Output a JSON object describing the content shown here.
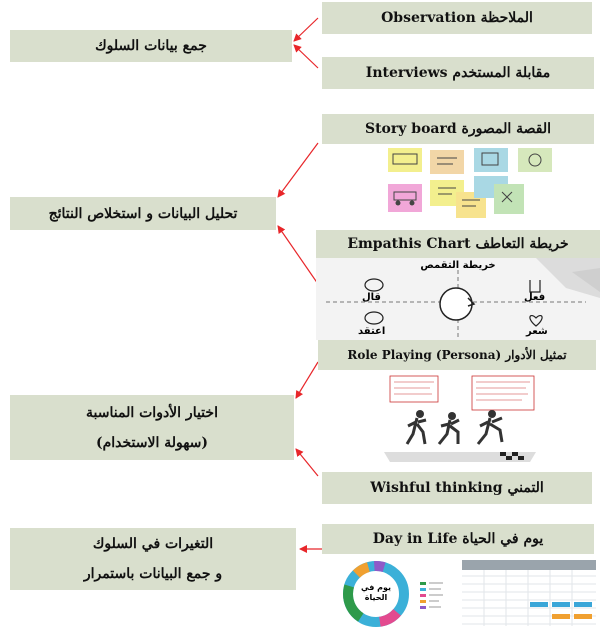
{
  "left_boxes": {
    "collect": "جمع بيانات السلوك",
    "analyze": "تحليل البيانات و استخلاص النتائج",
    "select_line1": "اختيار الأدوات المناسبة",
    "select_line2": "(سهولة الاستخدام)",
    "changes_line1": "التغيرات في السلوك",
    "changes_line2": "و جمع البيانات باستمرار"
  },
  "right_boxes": {
    "observation": "الملاحظة Observation",
    "interviews": "مقابلة المستخدم Interviews",
    "storyboard": "القصة المصورة Story board",
    "empathy": "خريطة التعاطف Empathis Chart",
    "roleplay": "تمثيل الأدوار (Role Playing (Persona",
    "wishful": "التمني Wishful thinking",
    "dayinlife": "يوم في الحياة Day in Life"
  },
  "empathy_map": {
    "title": "خريطة التقمص",
    "said": "قال",
    "did": "فعل",
    "thought": "اعتقد",
    "felt": "شعر"
  },
  "dayinlife_chart": {
    "center_label": "يوم في الحياة"
  },
  "colors": {
    "box_fill": "#d9dfcd",
    "arrow": "#e8262a"
  }
}
